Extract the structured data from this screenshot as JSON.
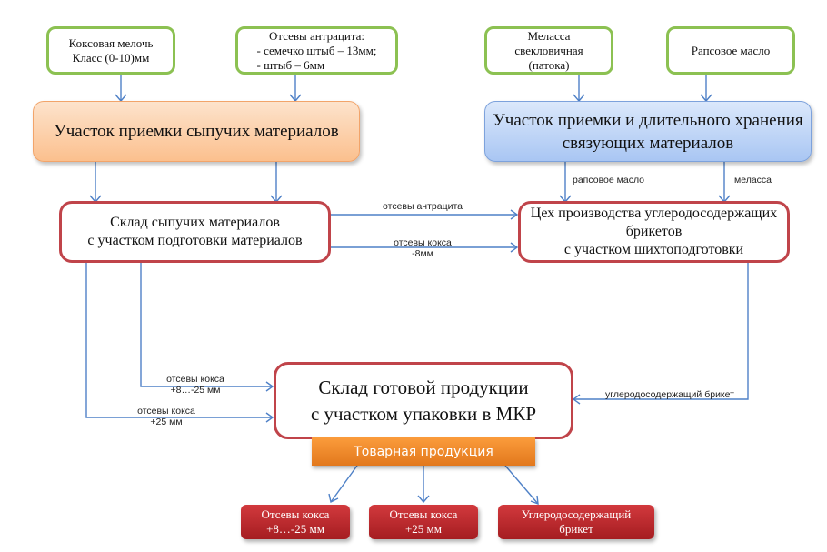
{
  "diagram": {
    "sources": [
      {
        "id": "coke-fines",
        "lines": [
          "Коксовая мелочь",
          "Класс (0-10)мм"
        ]
      },
      {
        "id": "anthracite-screenings",
        "lines": [
          "Отсевы антрацита:",
          "- семечко штыб – 13мм;",
          "- штыб – 6мм"
        ]
      },
      {
        "id": "molasses",
        "lines": [
          "Меласса",
          "свекловичная",
          "(патока)"
        ]
      },
      {
        "id": "rapeseed-oil",
        "lines": [
          "Рапсовое масло"
        ]
      }
    ],
    "bulk_receiving": "Участок приемки сыпучих материалов",
    "binder_receiving": [
      "Участок приемки и длительного хранения",
      "связующих материалов"
    ],
    "bulk_warehouse": [
      "Склад сыпучих материалов",
      "с участком подготовки материалов"
    ],
    "briquette_shop": [
      "Цех производства углеродосодержащих",
      "брикетов",
      "с участком шихтоподготовки"
    ],
    "finished_warehouse": [
      "Склад готовой продукции",
      "с участком упаковки в МКР"
    ],
    "commercial_banner": "Товарная продукция",
    "products": [
      {
        "lines": [
          "Отсевы кокса",
          "+8…-25 мм"
        ]
      },
      {
        "lines": [
          "Отсевы кокса",
          "+25 мм"
        ]
      },
      {
        "lines": [
          "Углеродосодержащий",
          "брикет"
        ]
      }
    ],
    "flow_labels": {
      "anthracite": "отсевы антрацита",
      "coke_minus8": [
        "отсевы кокса",
        "-8мм"
      ],
      "rapeseed": "рапсовое масло",
      "molasses": "меласса",
      "coke_8_25": [
        "отсевы кокса",
        "+8…-25 мм"
      ],
      "coke_25": [
        "отсевы кокса",
        "+25 мм"
      ],
      "briquette": "углеродосодержащий брикет"
    },
    "colors": {
      "source_border": "#8cc152",
      "bulk_stage": "#fbc08e",
      "binder_stage": "#a9c6f3",
      "process_border": "#c0444a",
      "banner": "#f08a2c",
      "product": "#b8282c",
      "arrow": "#4f81c7"
    }
  }
}
